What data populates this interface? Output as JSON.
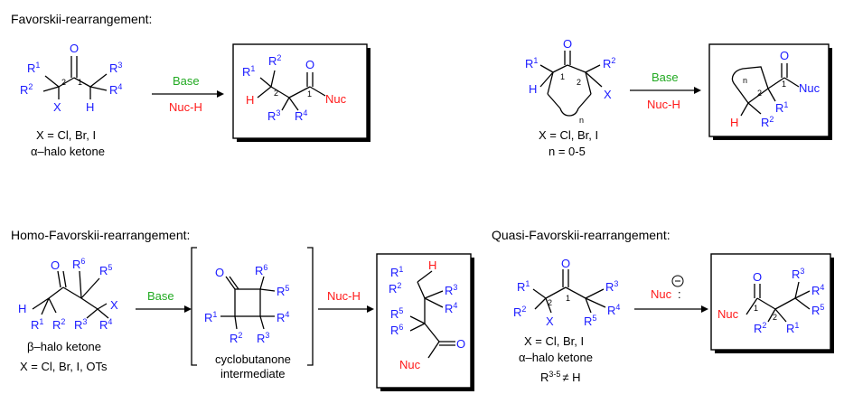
{
  "headings": {
    "favorskii": "Favorskii-rearrangement:",
    "homo": "Homo-Favorskii-rearrangement:",
    "quasi": "Quasi-Favorskii-rearrangement:"
  },
  "reagents": {
    "base": "Base",
    "nuc_h": "Nuc-H",
    "nuc": "Nuc"
  },
  "atoms": {
    "O": "O",
    "H": "H",
    "X": "X",
    "R": "R",
    "Nuc": "Nuc",
    "sup1": "1",
    "sup2": "2",
    "sup3": "3",
    "sup4": "4",
    "sup5": "5",
    "sup6": "6",
    "sup_n": "n",
    "sup_range": "3-5",
    "num1": "1",
    "num2": "2",
    "ring_n": "n"
  },
  "captions": {
    "x_cl_br_i": "X = Cl, Br, I",
    "alpha_halo": "α–halo ketone",
    "n_range": "n = 0-5",
    "beta_halo": "β–halo ketone",
    "x_cl_br_i_ots": "X = Cl, Br, I, OTs",
    "cyclobutanone": "cyclobutanone",
    "intermediate": "intermediate",
    "r_not_h": "≠ H"
  },
  "colors": {
    "substituent": "#1a1aff",
    "highlight": "#ff1a1a",
    "base_reagent": "#22aa22"
  }
}
